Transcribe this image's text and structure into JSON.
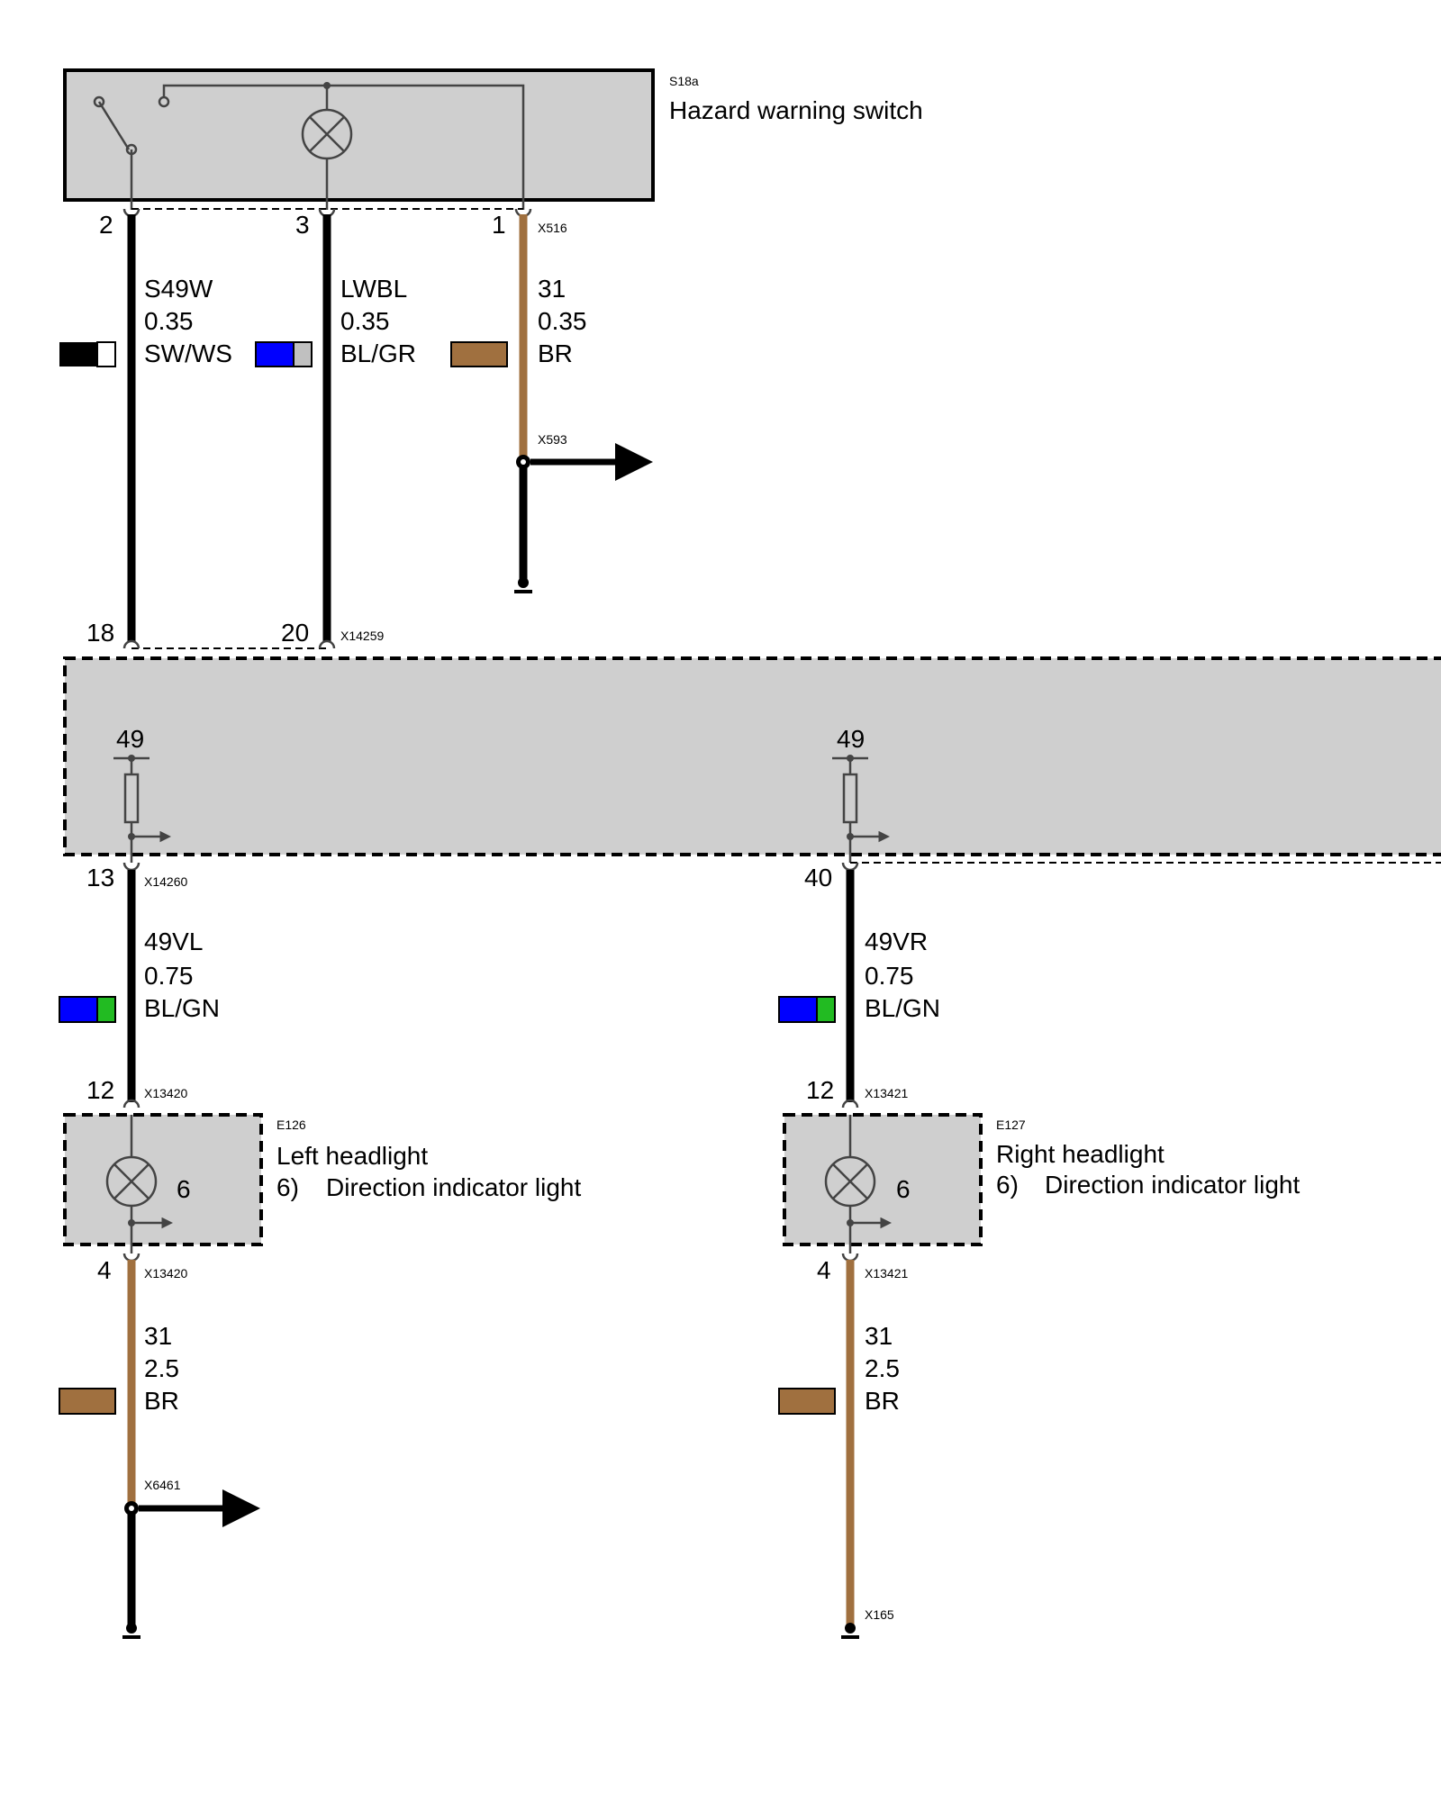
{
  "colors": {
    "black": "#000000",
    "white": "#ffffff",
    "blue": "#0000ff",
    "grey": "#c0c0c0",
    "green": "#22bb22",
    "brown": "#a0703f",
    "module_fill": "#cfcfcf"
  },
  "switch": {
    "id": "S18a",
    "name": "Hazard warning switch",
    "connector": "X516",
    "pins": [
      "2",
      "3",
      "1"
    ]
  },
  "wires_top": [
    {
      "signal": "S49W",
      "size": "0.35",
      "color": "SW/WS"
    },
    {
      "signal": "LWBL",
      "size": "0.35",
      "color": "BL/GR"
    },
    {
      "signal": "31",
      "size": "0.35",
      "color": "BR"
    }
  ],
  "ground_point_top": "X593",
  "module": {
    "connector_in": "X14259",
    "pins_in": [
      "18",
      "20"
    ],
    "connector_out": "X14260",
    "terminal_left": "49",
    "terminal_right": "49",
    "pin_out_left": "13",
    "pin_out_right": "40"
  },
  "wires_mid": [
    {
      "signal": "49VL",
      "size": "0.75",
      "color": "BL/GN"
    },
    {
      "signal": "49VR",
      "size": "0.75",
      "color": "BL/GN"
    }
  ],
  "headlights": [
    {
      "id": "E126",
      "name": "Left headlight",
      "item_num": "6)",
      "item_desc": "Direction indicator light",
      "lamp_num": "6",
      "connector": "X13420",
      "pin_in": "12",
      "pin_out": "4"
    },
    {
      "id": "E127",
      "name": "Right headlight",
      "item_num": "6)",
      "item_desc": "Direction indicator light",
      "lamp_num": "6",
      "connector": "X13421",
      "pin_in": "12",
      "pin_out": "4"
    }
  ],
  "wires_bottom": [
    {
      "signal": "31",
      "size": "2.5",
      "color": "BR"
    },
    {
      "signal": "31",
      "size": "2.5",
      "color": "BR"
    }
  ],
  "ground_points_bottom": [
    "X6461",
    "X165"
  ]
}
